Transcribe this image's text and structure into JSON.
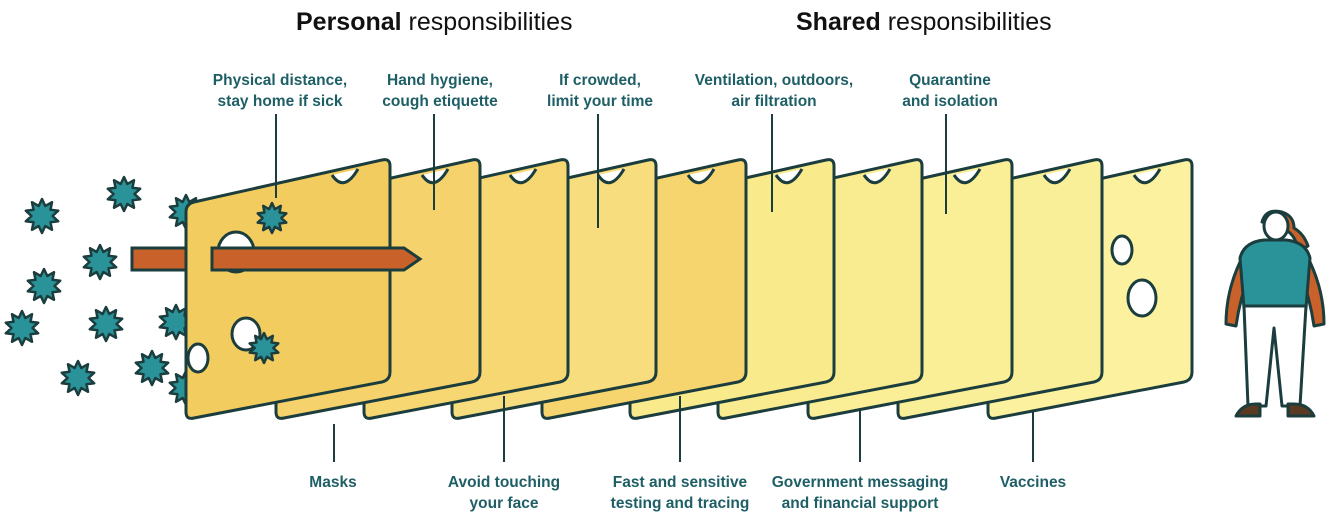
{
  "headers": {
    "personal": {
      "bold": "Personal",
      "rest": " responsibilities"
    },
    "shared": {
      "bold": "Shared",
      "rest": " responsibilities"
    }
  },
  "top_labels": [
    {
      "id": "physical-distance",
      "text": "Physical distance,\nstay home if sick"
    },
    {
      "id": "hand-hygiene",
      "text": "Hand hygiene,\ncough etiquette"
    },
    {
      "id": "if-crowded",
      "text": "If crowded,\nlimit your time"
    },
    {
      "id": "ventilation",
      "text": "Ventilation, outdoors,\nair filtration"
    },
    {
      "id": "quarantine",
      "text": "Quarantine\nand isolation"
    }
  ],
  "bottom_labels": [
    {
      "id": "masks",
      "text": "Masks"
    },
    {
      "id": "avoid-touching-face",
      "text": "Avoid touching\nyour face"
    },
    {
      "id": "testing-tracing",
      "text": "Fast and sensitive\ntesting and tracing"
    },
    {
      "id": "government-messaging",
      "text": "Government messaging\nand financial support"
    },
    {
      "id": "vaccines",
      "text": "Vaccines"
    }
  ],
  "colors": {
    "outline": "#1b3d3d",
    "virus": "#2a9399",
    "arrow": "#c9622a",
    "label": "#1e5f66",
    "person_top": "#2a9399",
    "person_hair": "#c9622a",
    "slice_colors": [
      "#f3cc5f",
      "#f5d26c",
      "#f6d772",
      "#f8dd7e",
      "#f7d56e",
      "#f9ea8c",
      "#f9ec90",
      "#faee96",
      "#faef99",
      "#fbf19f"
    ]
  }
}
